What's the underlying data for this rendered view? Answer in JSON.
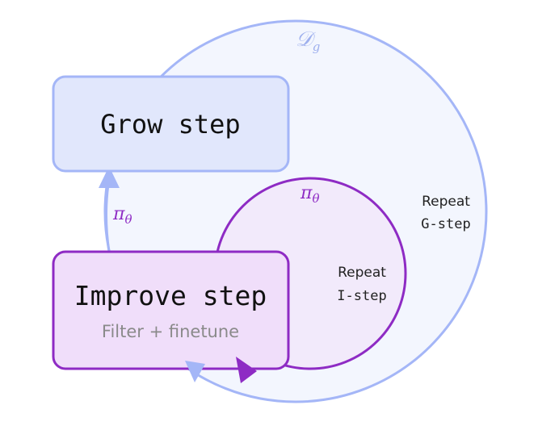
{
  "diagram": {
    "outer_loop": {
      "label": "𝒟",
      "label_sub": "g",
      "repeat_line1": "Repeat",
      "repeat_line2": "G-step"
    },
    "inner_loop": {
      "policy_symbol": "π",
      "policy_sub": "θ",
      "repeat_line1": "Repeat",
      "repeat_line2": "I-step"
    },
    "grow_box": {
      "title": "Grow step"
    },
    "improve_box": {
      "title": "Improve step",
      "subtitle": "Filter + finetune"
    },
    "edge_improve_to_grow": {
      "policy_symbol": "π",
      "policy_sub": "θ"
    },
    "colors": {
      "grow_stroke": "#a4b6f7",
      "grow_fill": "#e1e7fc",
      "outer_fill": "#f3f6fe",
      "improve_stroke": "#8e2bc4",
      "improve_fill": "#f0defa",
      "inner_fill": "#f2eafb",
      "policy_text": "#8e2bc4",
      "dg_text": "#9fb0ee"
    }
  }
}
